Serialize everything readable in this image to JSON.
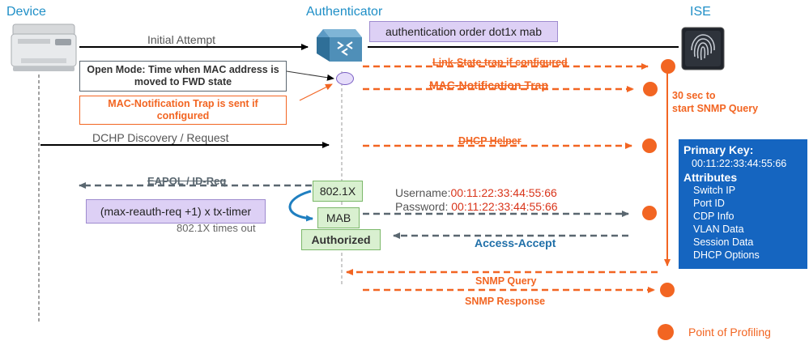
{
  "headers": {
    "device": "Device",
    "authenticator": "Authenticator",
    "ise": "ISE"
  },
  "colors": {
    "orange": "#f26522",
    "blue": "#1f8fc7",
    "purple_fill": "#ddd0f5",
    "green_fill": "#d9f0d0",
    "info_box": "#1565c0"
  },
  "icons": {
    "printer": "printer-icon",
    "switch": "switch-icon",
    "ise": "fingerprint-server-icon"
  },
  "messages": {
    "initial_attempt": "Initial Attempt",
    "link_state": "Link-State trap if configured",
    "mac_notification_trap": "MAC-Notification Trap",
    "dhcp_discovery": "DCHP Discovery / Request",
    "dhcp_helper": "DHCP Helper",
    "eapol": "EAPOL / ID-Req",
    "access_accept": "Access-Accept",
    "snmp_query": "SNMP Query",
    "snmp_response": "SNMP Response",
    "timeout": "802.1X times out"
  },
  "notes": {
    "auth_order": "authentication order dot1x mab",
    "open_mode": "Open Mode: Time when MAC address is moved to FWD state",
    "mac_trap_sent": "MAC-Notification Trap is sent if configured",
    "max_reauth": "(max-reauth-req +1) x tx-timer",
    "wait_line1": "30 sec to",
    "wait_line2": "start SNMP Query"
  },
  "credentials": {
    "username_label": "Username:",
    "username_value": "00:11:22:33:44:55:66",
    "password_label": "Password: ",
    "password_value": "00:11:22:33:44:55:66"
  },
  "auth_states": {
    "dot1x": "802.1X",
    "mab": "MAB",
    "authorized": "Authorized"
  },
  "info_box": {
    "primary_key_title": "Primary Key:",
    "primary_key_value": "00:11:22:33:44:55:66",
    "attributes_title": "Attributes",
    "attributes": [
      "Switch IP",
      "Port ID",
      "CDP Info",
      "VLAN Data",
      "Session Data",
      "DHCP Options"
    ]
  },
  "legend": {
    "label": "Point of Profiling"
  }
}
